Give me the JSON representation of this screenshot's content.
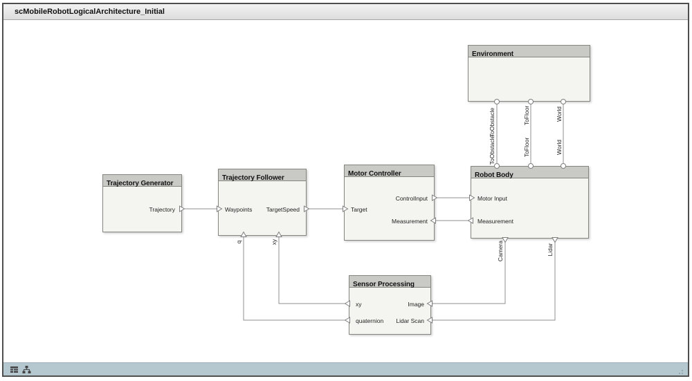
{
  "window": {
    "title": "scMobileRobotLogicalArchitecture_Initial"
  },
  "diagram": {
    "blocks": {
      "trajectory_generator": {
        "name": "Trajectory Generator",
        "ports": {
          "trajectory": "Trajectory"
        }
      },
      "trajectory_follower": {
        "name": "Trajectory Follower",
        "ports": {
          "waypoints": "Waypoints",
          "target_speed": "TargetSpeed",
          "q": "q",
          "xy": "xy"
        }
      },
      "motor_controller": {
        "name": "Motor Controller",
        "ports": {
          "target": "Target",
          "control_input": "ControlInput",
          "measurement": "Measurement"
        }
      },
      "robot_body": {
        "name": "Robot Body",
        "ports": {
          "motor_input": "Motor Input",
          "measurement": "Measurement",
          "camera": "Camera",
          "lidar": "Lidar",
          "to_obstacle": "ToObstacle",
          "to_floor": "ToFloor",
          "world": "World"
        }
      },
      "environment": {
        "name": "Environment",
        "ports": {
          "to_obstacle": "ToObstacle",
          "to_floor": "ToFloor",
          "world": "World"
        }
      },
      "sensor_processing": {
        "name": "Sensor Processing",
        "ports": {
          "xy": "xy",
          "quaternion": "quaternion",
          "image": "Image",
          "lidar_scan": "Lidar Scan"
        }
      }
    }
  },
  "statusbar": {
    "icons": [
      "table-view-icon",
      "hierarchy-view-icon"
    ]
  },
  "colors": {
    "block_header": "#c9c9c6",
    "block_body": "#f4f4f1",
    "block_border": "#85857f",
    "wire": "#8f8f8f",
    "titlebar_bg": "#e8e8e8",
    "statusbar_bg": "#b5c8d0"
  }
}
